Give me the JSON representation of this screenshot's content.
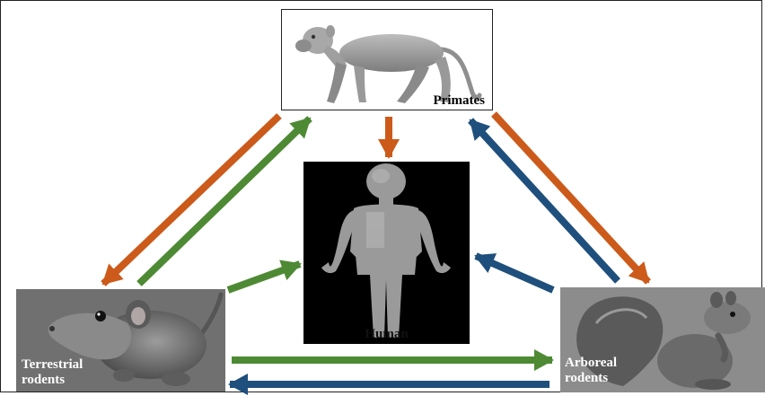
{
  "colors": {
    "orange": "#cc5a1a",
    "green": "#4e8a34",
    "blue": "#1f4f7c"
  },
  "nodes": {
    "primates": {
      "label": "Primates",
      "icon": "monkey-image"
    },
    "human": {
      "label": "Human",
      "icon": "human-figure-image"
    },
    "terrestrial": {
      "label": "Terrestrial\nrodents",
      "icon": "rat-image"
    },
    "arboreal": {
      "label": "Arboreal\nrodents",
      "icon": "squirrel-image"
    }
  },
  "edges": [
    {
      "from": "primates",
      "to": "terrestrial",
      "color": "orange"
    },
    {
      "from": "terrestrial",
      "to": "primates",
      "color": "green"
    },
    {
      "from": "primates",
      "to": "human",
      "color": "orange"
    },
    {
      "from": "primates",
      "to": "arboreal",
      "color": "orange"
    },
    {
      "from": "arboreal",
      "to": "primates",
      "color": "blue"
    },
    {
      "from": "terrestrial",
      "to": "human",
      "color": "green"
    },
    {
      "from": "arboreal",
      "to": "human",
      "color": "blue"
    },
    {
      "from": "terrestrial",
      "to": "arboreal",
      "color": "green"
    },
    {
      "from": "arboreal",
      "to": "terrestrial",
      "color": "blue"
    }
  ]
}
